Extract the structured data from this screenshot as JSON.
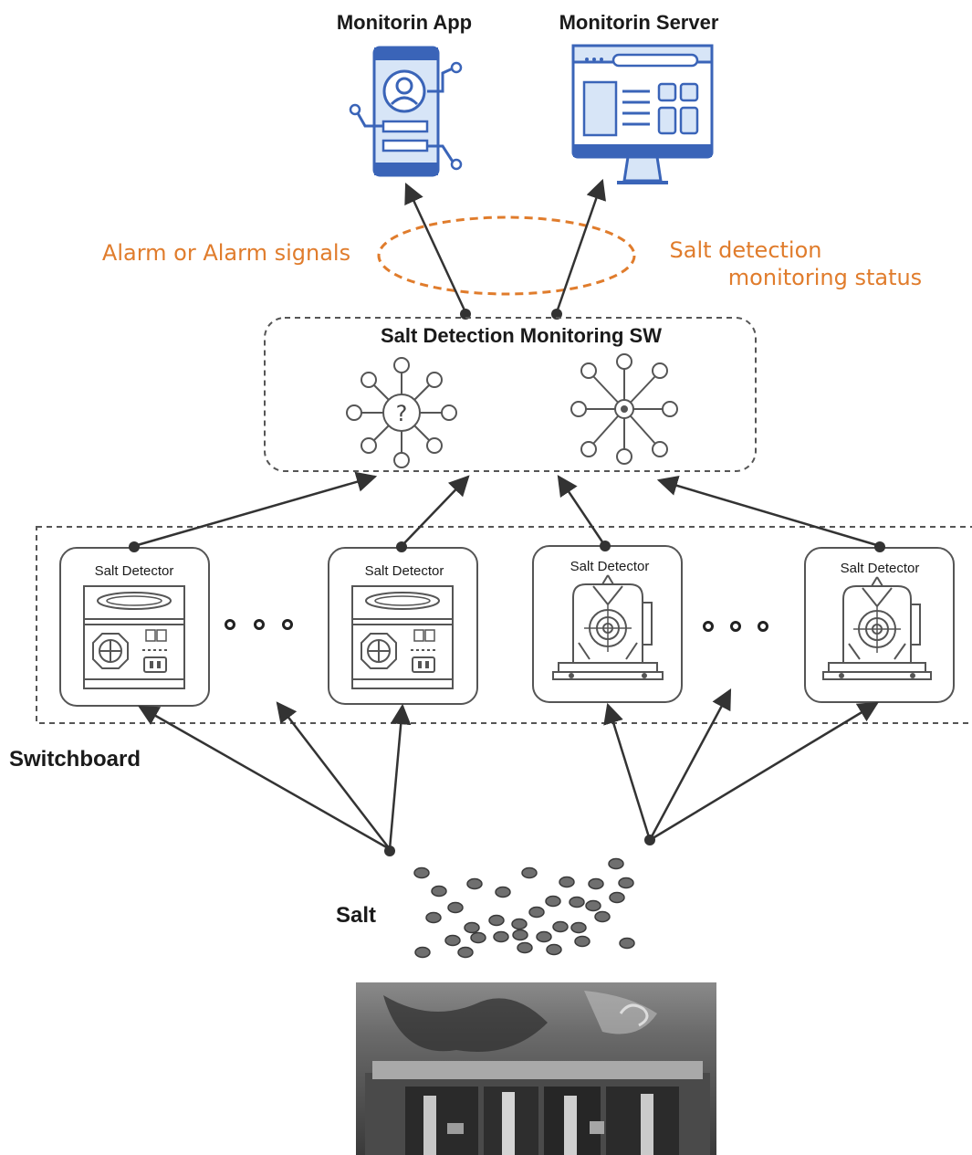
{
  "top": {
    "app_label": "Monitorin App",
    "server_label": "Monitorin Server"
  },
  "signals": {
    "left_label": "Alarm or Alarm signals",
    "right_label_line1": "Salt detection",
    "right_label_line2": "monitoring status"
  },
  "software": {
    "title": "Salt Detection Monitoring SW",
    "question_glyph": "?"
  },
  "switchboard": {
    "label": "Switchboard",
    "detectors": [
      {
        "label": "Salt Detector"
      },
      {
        "label": "Salt Detector"
      },
      {
        "label": "Salt Detector"
      },
      {
        "label": "Salt Detector"
      }
    ]
  },
  "salt": {
    "label": "Salt"
  },
  "colors": {
    "accent_orange": "#e07c2c",
    "icon_blue": "#3a64b8",
    "icon_blue_fill": "#d7e5f7",
    "line_dark": "#333333"
  }
}
